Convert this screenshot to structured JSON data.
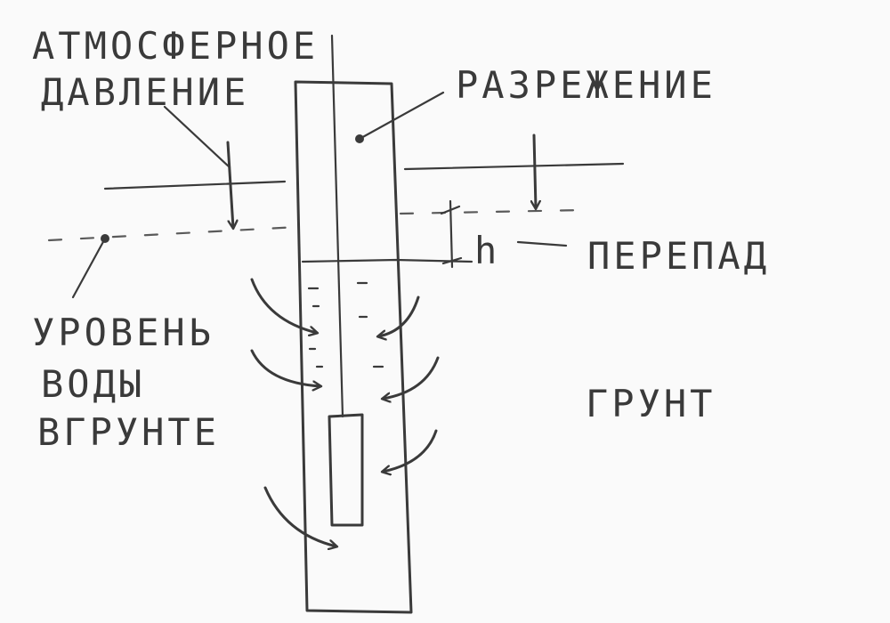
{
  "labels": {
    "atmospheric_line1": "АТМОСФЕРНОЕ",
    "atmospheric_line2": "ДАВЛЕНИЕ",
    "vacuum": "РАЗРЕЖЕНИЕ",
    "h_symbol": "h",
    "pressure_drop": "ПЕРЕПАД",
    "water_level_line1": "УРОВЕНЬ",
    "water_level_line2": "ВОДЫ",
    "water_level_line3": "ВГРУНТЕ",
    "soil": "ГРУНТ"
  },
  "colors": {
    "ink": "#3a3a3a",
    "paper": "#fafafa"
  }
}
